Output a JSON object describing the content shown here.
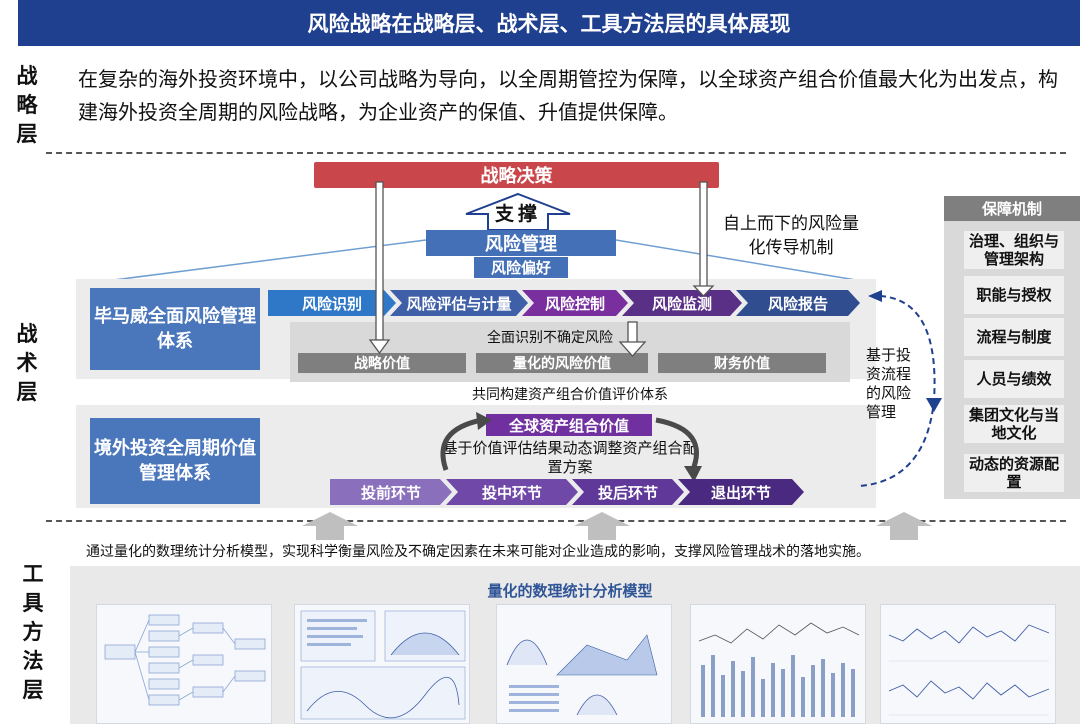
{
  "title": "风险战略在战略层、战术层、工具方法层的具体展现",
  "layers": {
    "strategy": "战略层",
    "tactics": "战术层",
    "tools": "工具方法层"
  },
  "strategy_text": "在复杂的海外投资环境中，以公司战略为导向，以全周期管控为保障，以全球资产组合价值最大化为出发点，构建海外投资全周期的风险战略，为企业资产的保值、升值提供保障。",
  "tactics": {
    "decision": "战略决策",
    "support": "支撑",
    "risk_management": "风险管理",
    "risk_preference": "风险偏好",
    "top_down": "自上而下的风险量化传导机制",
    "kpmg_box": "毕马威全面风险管理体系",
    "process_steps": [
      "风险识别",
      "风险评估与计量",
      "风险控制",
      "风险监测",
      "风险报告"
    ],
    "uncertainty_label": "全面识别不确定风险",
    "values": [
      "战略价值",
      "量化的风险价值",
      "财务价值"
    ],
    "common_label": "共同构建资产组合价值评价体系",
    "lifecycle_box": "境外投资全周期价值管理体系",
    "global_value": "全球资产组合价值",
    "dynamic_text": "基于价值评估结果动态调整资产组合配置方案",
    "stages": [
      "投前环节",
      "投中环节",
      "投后环节",
      "退出环节"
    ],
    "process_risk": "基于投资流程的风险管理"
  },
  "guarantee": {
    "title": "保障机制",
    "items": [
      "治理、组织与管理架构",
      "职能与授权",
      "流程与制度",
      "人员与绩效",
      "集团文化与当地文化",
      "动态的资源配置"
    ]
  },
  "tools": {
    "description": "通过量化的数理统计分析模型，实现科学衡量风险及不确定因素在未来可能对企业造成的影响，支撑风险管理战术的落地实施。",
    "panel_title": "量化的数理统计分析模型"
  },
  "colors": {
    "header": "#1f3f8f",
    "decision": "#c9474b",
    "blue": "#4a77bb",
    "purple": "#7030a0",
    "navy": "#2f4d8f",
    "gray": "#7f7f7f"
  }
}
